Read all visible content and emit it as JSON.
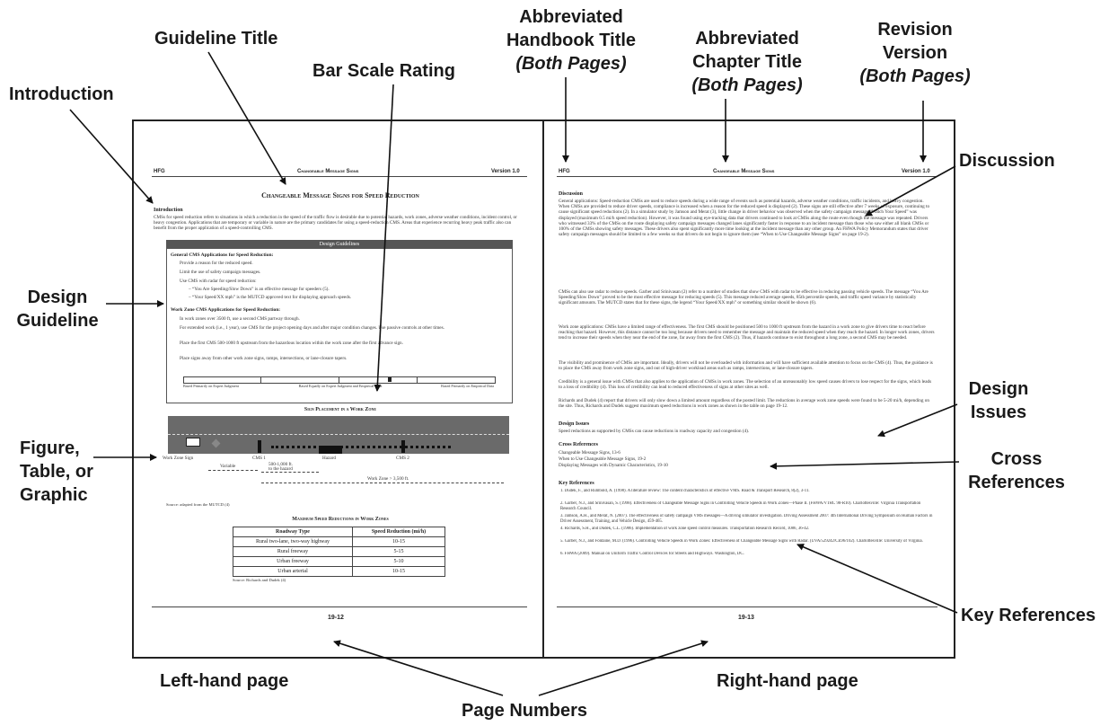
{
  "callouts": {
    "guideline_title": "Guideline Title",
    "introduction": "Introduction",
    "bar_scale_rating": "Bar Scale Rating",
    "abbrev_handbook_title": "Abbreviated",
    "abbrev_handbook_title_2": "Handbook Title",
    "abbrev_chapter_title": "Abbreviated",
    "abbrev_chapter_title_2": "Chapter Title",
    "both_pages": "(Both Pages)",
    "revision": "Revision",
    "version": "Version",
    "discussion": "Discussion",
    "design": "Design",
    "guideline": "Guideline",
    "figure_1": "Figure,",
    "figure_2": "Table, or",
    "figure_3": "Graphic",
    "design_issues_1": "Design",
    "design_issues_2": "Issues",
    "cross_1": "Cross",
    "cross_2": "References",
    "key_references": "Key References",
    "left_page": "Left-hand page",
    "right_page": "Right-hand page",
    "page_numbers": "Page Numbers"
  },
  "left_page": {
    "hfg": "HFG",
    "running_title": "Changeable Message Signs",
    "version": "Version 1.0",
    "title": "Changeable Message Signs for Speed Reduction",
    "intro_heading": "Introduction",
    "intro_text": "CMSs for speed reduction refers to situations in which a reduction in the speed of the traffic flow is desirable due to potential hazards, work zones, adverse weather conditions, incident control, or heavy congestion. Applications that are temporary or variable in nature are the primary candidates for using a speed-reduction CMS. Areas that experience recurring heavy peak traffic also can benefit from the proper application of a speed-controlling CMS.",
    "dg_header": "Design Guidelines",
    "dg_general_heading": "General CMS Applications for Speed Reduction:",
    "dg_general_items": [
      "Provide a reason for the reduced speed.",
      "Limit the use of safety campaign messages.",
      "Use CMS with radar for speed reduction:",
      "– “You Are Speeding/Slow Down” is an effective message for speeders (5).",
      "– “Your Speed/XX mph” is the MUTCD approved text for displaying approach speeds."
    ],
    "dg_workzone_heading": "Work Zone CMS Applications for Speed Reduction:",
    "dg_workzone_items": [
      "In work zones over 3500 ft, use a second CMS partway through.",
      "For extended work (i.e., 1 year), use CMS for the project opening days and after major condition changes. Use passive controls at other times.",
      "Place the first CMS 500-1000 ft upstream from the hazardous location within the work zone after the first advance sign.",
      "Place signs away from other work zone signs, ramps, intersections, or lane-closure tapers."
    ],
    "scale_left": "Based Primarily on Expert Judgment",
    "scale_mid": "Based Equally on Expert Judgment and Empirical Data",
    "scale_right": "Based Primarily on Empirical Data",
    "figure_title": "Sign Placement in a Work Zone",
    "fig_work_zone_sign": "Work Zone Sign",
    "fig_cms1": "CMS 1",
    "fig_hazard": "Hazard",
    "fig_cms2": "CMS 2",
    "fig_variable": "Variable",
    "fig_500_1000": "500-1,000 ft.",
    "fig_to_hazard": "to the hazard",
    "fig_wz_length": "Work Zone > 3,500 ft.",
    "fig_source": "Source: adapted from the MUTCD (4)",
    "table_title": "Maximum Speed Reductions in Work Zones",
    "table_headers": [
      "Roadway Type",
      "Speed Reduction (mi/h)"
    ],
    "table_rows": [
      [
        "Rural two-lane, two-way highway",
        "10-15"
      ],
      [
        "Rural freeway",
        "5-15"
      ],
      [
        "Urban freeway",
        "5-10"
      ],
      [
        "Urban arterial",
        "10-15"
      ]
    ],
    "table_source": "Source: Richards and Dudek (4)",
    "page_number": "19-12"
  },
  "right_page": {
    "hfg": "HFG",
    "running_title": "Changeable Message Signs",
    "version": "Version 1.0",
    "discussion_heading": "Discussion",
    "discussion_p1": "General applications: Speed-reduction CMSs are used to reduce speeds during a wide range of events such as potential hazards, adverse weather conditions, traffic incidents, and heavy congestion. When CMSs are provided to reduce driver speeds, compliance is increased when a reason for the reduced speed is displayed (2). These signs are still effective after 7 weeks of exposure, continuing to cause significant speed reductions (2). In a simulator study by Jamson and Merat (3), little change in driver behavior was observed when the safety campaign message “Watch Your Speed” was displayed (maximum 0.5 mi/h speed reduction). However, it was found using eye-tracking data that drivers continued to look at CMSs along the route even though the message was repeated. Drivers who witnessed 33% of the CMSs on the route displaying safety campaign messages changed lanes significantly faster in response to an incident message than those who saw either all blank CMSs or 100% of the CMSs showing safety messages. These drivers also spent significantly more time looking at the incident message than any other group. An FHWA Policy Memorandum states that driver safety campaign messages should be limited to a few weeks so that drivers do not begin to ignore them (see “When to Use Changeable Message Signs” on page 19-2).",
    "discussion_p2": "CMSs can also use radar to reduce speeds. Garber and Srinivasan (2) refer to a number of studies that show CMS with radar to be effective in reducing passing vehicle speeds. The message “You Are Speeding/Slow Down” proved to be the most effective message for reducing speeds (5). This message reduced average speeds, 85th percentile speeds, and traffic speed variance by statistically significant amounts. The MUTCD states that for these signs, the legend “Your Speed/XX mph” or something similar should be shown (6).",
    "discussion_p3": "Work zone applications: CMSs have a limited range of effectiveness. The first CMS should be positioned 500 to 1000 ft upstream from the hazard in a work zone to give drivers time to react before reaching that hazard. However, this distance cannot be too long because drivers need to remember the message and maintain the reduced speed when they reach the hazard. In longer work zones, drivers tend to increase their speeds when they near the end of the zone, far away from the first CMS (2). Thus, if hazards continue to exist throughout a long zone, a second CMS may be needed.",
    "discussion_p4": "The visibility and prominence of CMSs are important. Ideally, drivers will not be overloaded with information and will have sufficient available attention to focus on the CMS (4). Thus, the guidance is to place the CMS away from work zone signs, and out of high-driver workload areas such as ramps, intersections, or lane-closure tapers.",
    "discussion_p5": "Credibility is a general issue with CMSs that also applies to the application of CMSs in work zones. The selection of an unreasonably low speed causes drivers to lose respect for the signs, which leads to a loss of credibility (4). This loss of credibility can lead to reduced effectiveness of signs at other sites as well.",
    "discussion_p6": "Richards and Dudek (4) report that drivers will only slow down a limited amount regardless of the posted limit. The reductions in average work zone speeds were found to be 5-20 mi/h, depending on the site. Thus, Richards and Dudek suggest maximum speed reductions in work zones as shown in the table on page 19-12.",
    "design_issues_heading": "Design Issues",
    "design_issues_text": "Speed reductions as supported by CMSs can cause reductions in roadway capacity and congestion (4).",
    "cross_ref_heading": "Cross References",
    "cross_refs": [
      "Changeable Message Signs, 13-6",
      "When to Use Changeable Message Signs, 19-2",
      "Displaying Messages with Dynamic Characteristics, 19-10"
    ],
    "key_ref_heading": "Key References",
    "key_refs": [
      "1. Dudek, F., and Rumbold, A. (1998). A literature review: The content characteristics of effective VMS. Road & Transport Research, 8(2), 3-11.",
      "2. Garber, N.J., and Srinivasan, S. (1998). Effectiveness of Changeable Message Signs in Controlling Vehicle Speeds in Work Zones—Phase II. (FHWA/VTRC 98-R10). Charlottesville: Virginia Transportation Research Council.",
      "3. Jamson, A.H., and Merat, N. (2007). The effectiveness of safety campaign VMS messages—A driving simulator investigation. Driving Assessment 2007: 4th International Driving Symposium on Human Factors in Driver Assessment, Training, and Vehicle Design, 459-465.",
      "4. Richards, S.H., and Dudek, C.L. (1986). Implementation of work zone speed control measures. Transportation Research Record, 1086, 36-42.",
      "5. Garber, N.J., and Fontaine, M.D. (1996). Controlling Vehicle Speeds in Work Zones: Effectiveness of Changeable Message Signs with Radar. (UVA/529242/CE96/102). Charlottesville: University of Virginia.",
      "6. FHWA (2009). Manual on Uniform Traffic Control Devices for Streets and Highways. Washington, DC."
    ],
    "page_number": "19-13"
  }
}
